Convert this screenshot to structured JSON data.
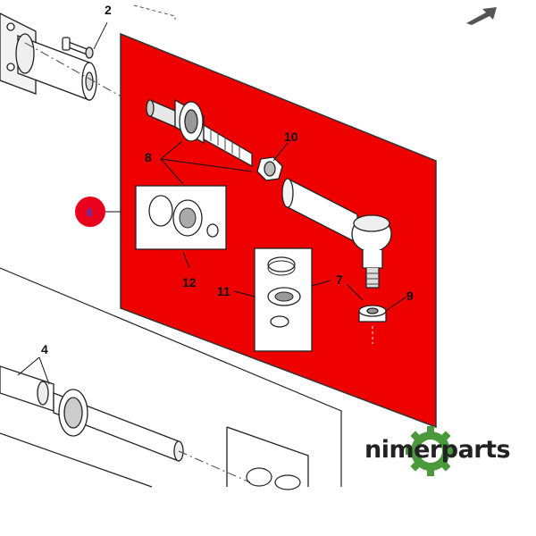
{
  "callouts": {
    "c2": "2",
    "c4": "4",
    "c6": "6",
    "c7": "7",
    "c8": "8",
    "c9": "9",
    "c10": "10",
    "c11": "11",
    "c12": "12"
  },
  "brand": {
    "text": "nimerparts",
    "accent_color": "#4a9a3c"
  },
  "colors": {
    "highlight": "#ee0000",
    "callout_badge": "#e8001c",
    "callout_badge_text": "#3a3ad6"
  },
  "icons": {
    "nav": "arrow-up-right-icon"
  }
}
